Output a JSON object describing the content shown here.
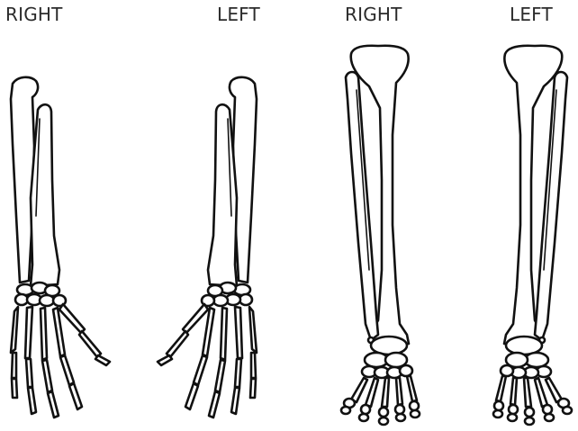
{
  "labels": [
    "RIGHT",
    "LEFT",
    "RIGHT",
    "LEFT"
  ],
  "colors": {
    "ink": "#111111",
    "text": "#2b2b2b",
    "background": "#ffffff"
  }
}
